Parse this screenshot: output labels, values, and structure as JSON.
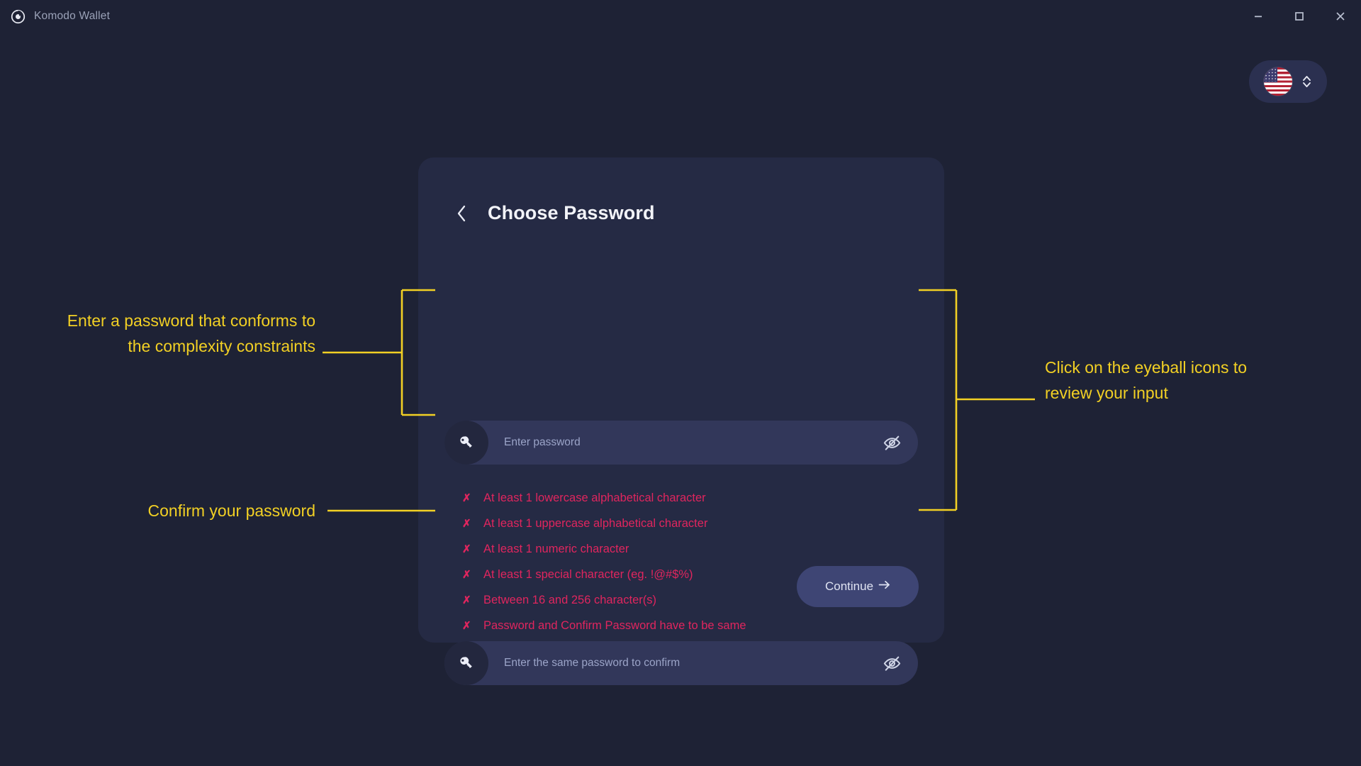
{
  "window": {
    "title": "Komodo Wallet",
    "logo_icon": "komodo-logo-icon",
    "controls": [
      {
        "name": "minimize",
        "icon": "minimize-icon"
      },
      {
        "name": "maximize",
        "icon": "maximize-icon"
      },
      {
        "name": "close",
        "icon": "close-icon"
      }
    ]
  },
  "language_selector": {
    "flag_icon": "us-flag-icon",
    "caret_icon": "chevron-up-down-icon"
  },
  "card": {
    "back_icon": "chevron-left-icon",
    "title": "Choose Password",
    "password_field": {
      "icon": "key-icon",
      "placeholder": "Enter password",
      "value": "",
      "toggle_icon": "eye-off-icon"
    },
    "confirm_field": {
      "icon": "key-icon",
      "placeholder": "Enter the same password to confirm",
      "value": "",
      "toggle_icon": "eye-off-icon"
    },
    "rules": [
      {
        "mark": "✗",
        "text": "At least 1 lowercase alphabetical character",
        "satisfied": false
      },
      {
        "mark": "✗",
        "text": "At least 1 uppercase alphabetical character",
        "satisfied": false
      },
      {
        "mark": "✗",
        "text": "At least 1 numeric character",
        "satisfied": false
      },
      {
        "mark": "✗",
        "text": "At least 1 special character (eg. !@#$%)",
        "satisfied": false
      },
      {
        "mark": "✗",
        "text": "Between 16 and 256 character(s)",
        "satisfied": false
      },
      {
        "mark": "✗",
        "text": "Password and Confirm Password have to be same",
        "satisfied": false
      }
    ],
    "continue_button": {
      "label": "Continue",
      "icon": "arrow-right-icon"
    }
  },
  "annotations": [
    {
      "id": "complexity",
      "text": "Enter a password that conforms to the complexity constraints"
    },
    {
      "id": "confirm",
      "text": "Confirm your password"
    },
    {
      "id": "eye",
      "text": "Click on the eyeball icons to review your input"
    }
  ],
  "colors": {
    "background": "#1e2235",
    "card": "#252a44",
    "field": "#32375a",
    "field_icon": "#23273e",
    "error": "#e0255e",
    "annotation": "#f2d024",
    "button": "#3e4574"
  }
}
